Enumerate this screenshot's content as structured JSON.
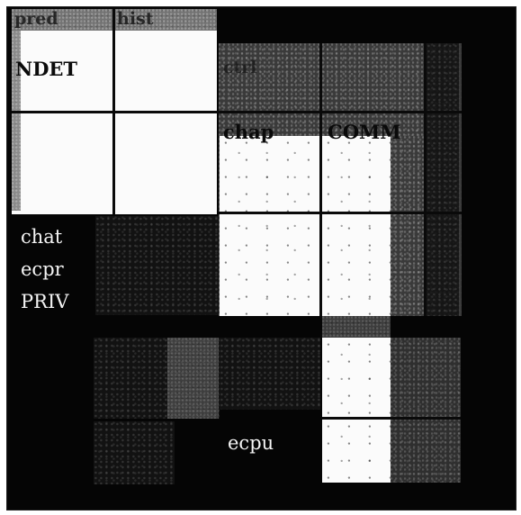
{
  "diagram": {
    "labels": {
      "top_left_a": "pred",
      "top_left_b": "hist",
      "ndet": "NDET",
      "top_right_a": "ctrl",
      "chap": "chap",
      "comm": "COMM",
      "chat": "chat",
      "ecpr": "ecpr",
      "priv": "PRIV",
      "ecpu": "ecpu"
    }
  }
}
